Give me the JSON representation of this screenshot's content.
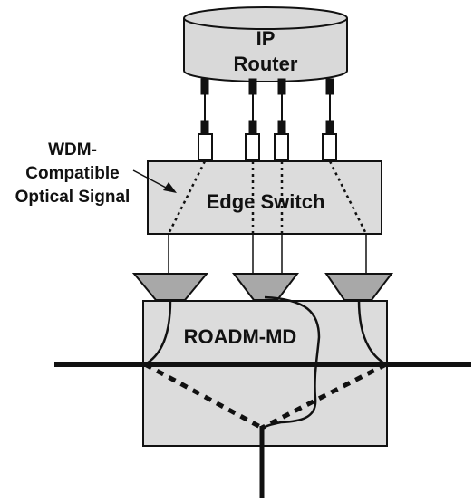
{
  "ip_router": {
    "line1": "IP",
    "line2": "Router"
  },
  "edge_switch": {
    "label": "Edge Switch"
  },
  "roadm": {
    "label": "ROADM-MD"
  },
  "annotation": {
    "line1": "WDM-",
    "line2": "Compatible",
    "line3": "Optical Signal"
  },
  "colors": {
    "box_fill": "#dcdcdc",
    "cylinder_fill": "#d9d9d9",
    "mux_fill": "#a8a8a8",
    "line": "#111111"
  }
}
